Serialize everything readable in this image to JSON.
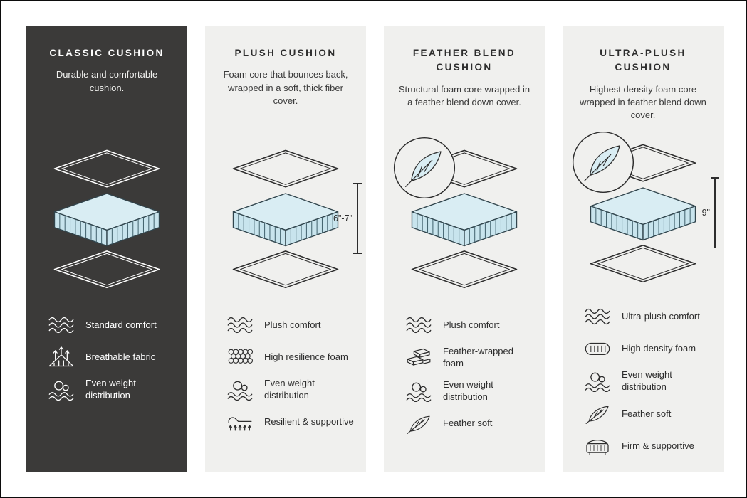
{
  "page": {
    "background": "#ffffff",
    "border_color": "#0c0c0c"
  },
  "colors": {
    "dark_card_bg": "#3b3a39",
    "light_card_bg": "#f0f0ee",
    "foam_top_blue": "#d9edf3",
    "foam_side_blue": "#c8e4ed",
    "text_dark": "#2d2d2d",
    "text_light": "#ffffff"
  },
  "cards": [
    {
      "title": "CLASSIC CUSHION",
      "description": "Durable and comfortable cushion.",
      "theme": "dark",
      "height_label": "",
      "has_feather_badge": false,
      "features": [
        {
          "icon": "waves-icon",
          "label": "Standard comfort"
        },
        {
          "icon": "breathable-fabric-icon",
          "label": "Breathable fabric"
        },
        {
          "icon": "weight-distribution-icon",
          "label": "Even weight distribution"
        }
      ]
    },
    {
      "title": "PLUSH CUSHION",
      "description": "Foam core that bounces back, wrapped in a soft, thick fiber cover.",
      "theme": "light",
      "height_label": "6\"-7\"",
      "has_feather_badge": false,
      "features": [
        {
          "icon": "waves-icon",
          "label": "Plush comfort"
        },
        {
          "icon": "foam-bubbles-icon",
          "label": "High resilience foam"
        },
        {
          "icon": "weight-distribution-icon",
          "label": "Even weight distribution"
        },
        {
          "icon": "spring-support-icon",
          "label": "Resilient & supportive"
        }
      ]
    },
    {
      "title": "FEATHER BLEND CUSHION",
      "description": "Structural foam core wrapped in a feather blend down cover.",
      "theme": "light",
      "height_label": "",
      "has_feather_badge": true,
      "features": [
        {
          "icon": "waves-icon",
          "label": "Plush comfort"
        },
        {
          "icon": "feather-foam-icon",
          "label": "Feather-wrapped foam"
        },
        {
          "icon": "weight-distribution-icon",
          "label": "Even weight distribution"
        },
        {
          "icon": "feather-icon",
          "label": "Feather soft"
        }
      ]
    },
    {
      "title": "ULTRA-PLUSH CUSHION",
      "description": "Highest density foam core wrapped in feather blend down cover.",
      "theme": "light",
      "height_label": "9\"",
      "has_feather_badge": true,
      "features": [
        {
          "icon": "waves-icon",
          "label": "Ultra-plush comfort"
        },
        {
          "icon": "density-foam-icon",
          "label": "High density foam"
        },
        {
          "icon": "weight-distribution-icon",
          "label": "Even weight distribution"
        },
        {
          "icon": "feather-icon",
          "label": "Feather soft"
        },
        {
          "icon": "firm-support-icon",
          "label": "Firm & supportive"
        }
      ]
    }
  ]
}
